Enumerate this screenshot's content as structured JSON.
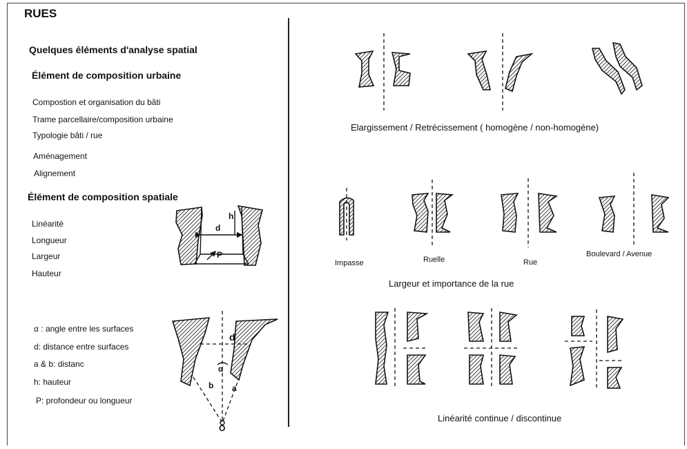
{
  "title": "RUES",
  "left": {
    "heading_analysis": "Quelques éléments d'analyse spatial",
    "heading_urban": "Élément de composition urbaine",
    "urban_items": [
      "Compostion et organisation du bâti",
      "Trame parcellaire/composition urbaine",
      "Typologie bâti / rue",
      "Aménagement",
      "Alignement"
    ],
    "heading_spatial": "Élément de composition spatiale",
    "spatial_items": [
      "Linéarité",
      "Longueur",
      "Largeur",
      "Hauteur"
    ],
    "section_labels": {
      "h": "h",
      "d": "d",
      "p": "P"
    },
    "legend_items": [
      "α : angle entre les surfaces",
      "d: distance entre surfaces",
      "a & b: distanc",
      "h: hauteur",
      "P: profondeur ou longueur"
    ],
    "angle_labels": {
      "d": "d",
      "alpha": "α",
      "b": "b",
      "a": "a",
      "o": "O"
    }
  },
  "right": {
    "caption_widening": "Elargissement / Retrécissement ( homogène / non-homogène)",
    "street_types": [
      "Impasse",
      "Ruelle",
      "Rue",
      "Boulevard / Avenue"
    ],
    "caption_width": "Largeur et importance de la rue",
    "caption_linearity": "Linéarité continue / discontinue"
  }
}
